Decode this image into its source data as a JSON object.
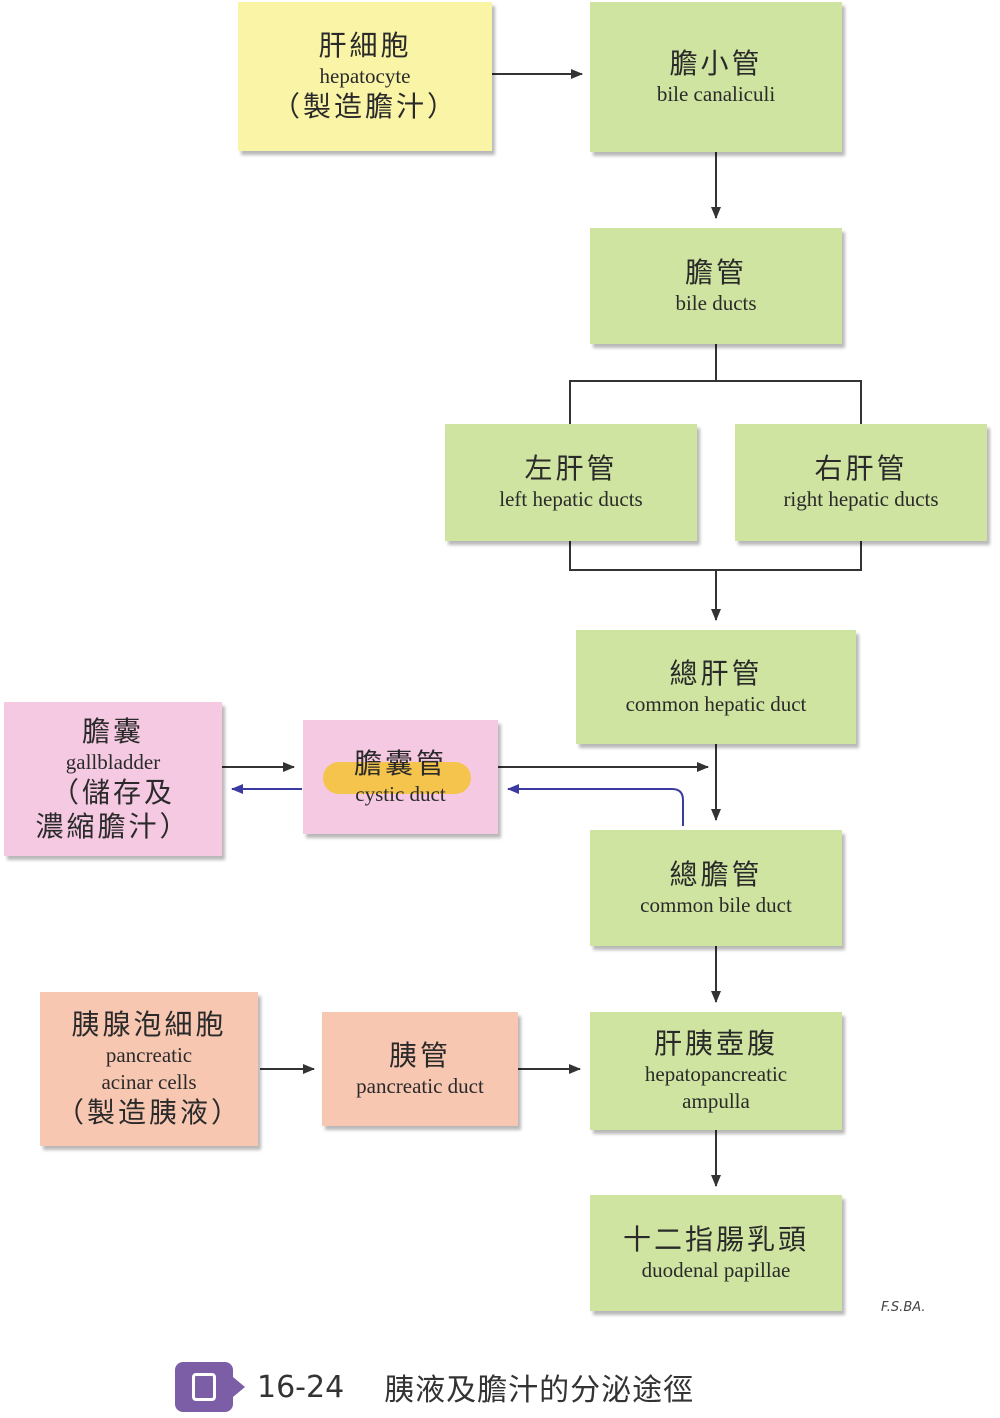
{
  "boxes": {
    "hepatocyte": {
      "zh": "肝細胞",
      "en": "hepatocyte",
      "note": "（製造膽汁）"
    },
    "bile_canaliculi": {
      "zh": "膽小管",
      "en": "bile canaliculi"
    },
    "bile_ducts": {
      "zh": "膽管",
      "en": "bile ducts"
    },
    "left_hepatic": {
      "zh": "左肝管",
      "en": "left hepatic ducts"
    },
    "right_hepatic": {
      "zh": "右肝管",
      "en": "right hepatic ducts"
    },
    "common_hepatic": {
      "zh": "總肝管",
      "en": "common hepatic duct"
    },
    "gallbladder": {
      "zh": "膽囊",
      "en": "gallbladder",
      "note1": "（儲存及",
      "note2": "濃縮膽汁）"
    },
    "cystic_duct": {
      "zh": "膽囊管",
      "en": "cystic duct"
    },
    "common_bile": {
      "zh": "總膽管",
      "en": "common bile duct"
    },
    "acinar": {
      "zh": "胰腺泡細胞",
      "en1": "pancreatic",
      "en2": "acinar cells",
      "note": "（製造胰液）"
    },
    "pancreatic_duct": {
      "zh": "胰管",
      "en": "pancreatic duct"
    },
    "ampulla": {
      "zh": "肝胰壺腹",
      "en1": "hepatopancreatic",
      "en2": "ampulla"
    },
    "papillae": {
      "zh": "十二指腸乳頭",
      "en": "duodenal papillae"
    }
  },
  "signature": "F.S.BA.",
  "caption": {
    "number": "16-24",
    "title": "胰液及膽汁的分泌途徑"
  },
  "colors": {
    "green": "#cfe4a0",
    "yellow": "#faf4a6",
    "pink": "#f5c9e2",
    "salmon": "#f8c7b2",
    "arrow": "#333333",
    "blue_arrow": "#3a3aa0",
    "icon": "#7b5ea6",
    "highlight": "#f4c21a"
  }
}
